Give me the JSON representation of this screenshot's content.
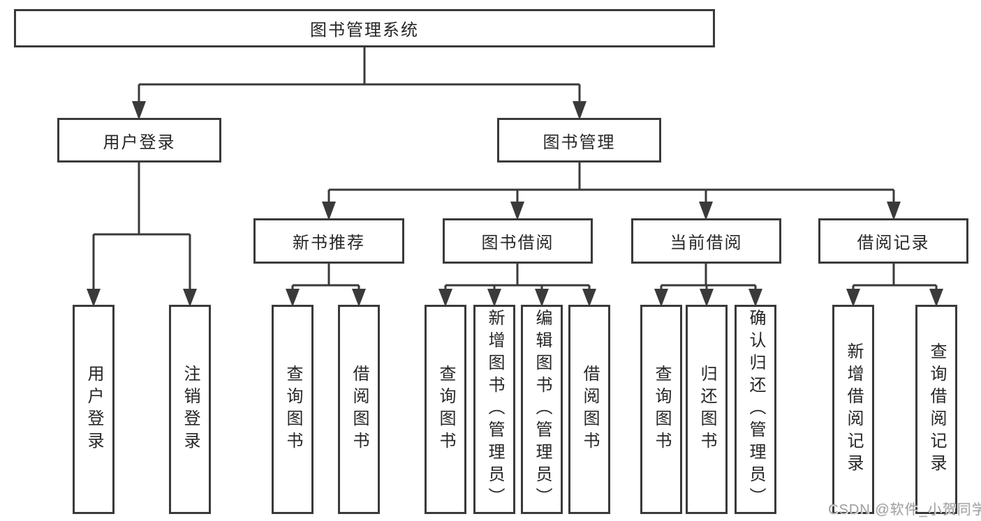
{
  "colors": {
    "background": "#ffffff",
    "line": "#3a3a3a",
    "box_border": "#3a3a3a",
    "text": "#262626",
    "watermark": "#a3a3a3"
  },
  "tree": {
    "root": {
      "label": "图书管理系统",
      "children": [
        {
          "label": "用户登录",
          "children": [
            {
              "label": "用户登录"
            },
            {
              "label": "注销登录"
            }
          ]
        },
        {
          "label": "图书管理",
          "children": [
            {
              "label": "新书推荐",
              "children": [
                {
                  "label": "查询图书"
                },
                {
                  "label": "借阅图书"
                }
              ]
            },
            {
              "label": "图书借阅",
              "children": [
                {
                  "label": "查询图书"
                },
                {
                  "label": "新增图书（管理员）"
                },
                {
                  "label": "编辑图书（管理员）"
                },
                {
                  "label": "借阅图书"
                }
              ]
            },
            {
              "label": "当前借阅",
              "children": [
                {
                  "label": "查询图书"
                },
                {
                  "label": "归还图书"
                },
                {
                  "label": "确认归还（管理员）"
                }
              ]
            },
            {
              "label": "借阅记录",
              "children": [
                {
                  "label": "新增借阅记录"
                },
                {
                  "label": "查询借阅记录"
                }
              ]
            }
          ]
        }
      ]
    }
  },
  "watermark": {
    "text": "CSDN @软件_小贺同学"
  }
}
